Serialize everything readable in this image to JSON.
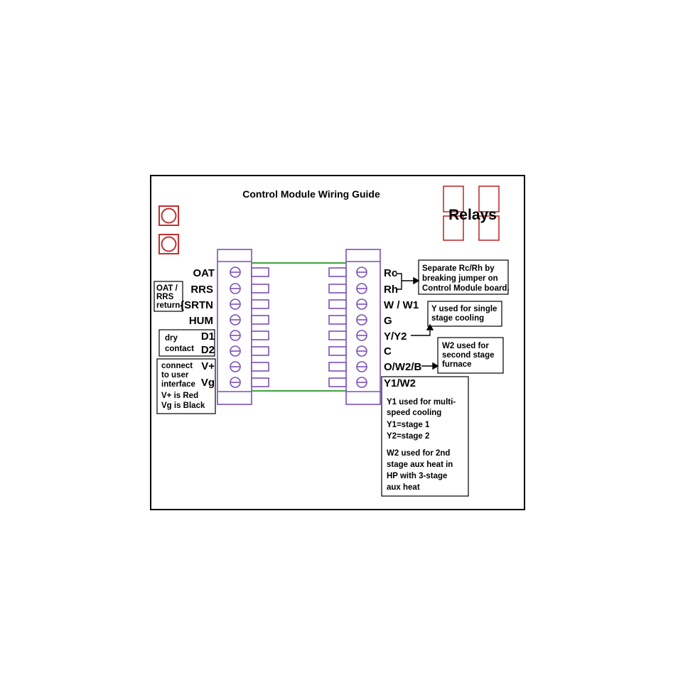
{
  "title": "Control Module Wiring Guide",
  "relays_label": "Relays",
  "left_terminals": [
    "OAT",
    "RRS",
    "{SRTN",
    "HUM",
    "D1",
    "D2",
    "V+",
    "Vg"
  ],
  "right_terminals": [
    "Rc",
    "Rh",
    "W / W1",
    "G",
    "Y/Y2",
    "C",
    "O/W2/B",
    "Y1/W2"
  ],
  "notes": {
    "oat_rrs": [
      "OAT /",
      "RRS",
      "return"
    ],
    "dry_contact": [
      "dry",
      "contact"
    ],
    "user_interface": [
      "connect",
      "to user",
      "interface",
      "V+ is Red",
      "Vg is Black"
    ],
    "rc_rh": [
      "Separate Rc/Rh by",
      "breaking jumper on",
      "Control Module board."
    ],
    "y_single": [
      "Y used for single",
      "stage cooling"
    ],
    "w2_second": [
      "W2 used for",
      "second  stage",
      "furnace"
    ],
    "y1w2": [
      "Y1 used for multi-",
      "speed cooling",
      "Y1=stage 1",
      "Y2=stage 2",
      "W2 used for 2nd",
      "stage aux heat in",
      "HP with 3-stage",
      "aux heat"
    ]
  },
  "colors": {
    "terminal_block": "#7b4fb8",
    "wire_green": "#3fa33f",
    "indicator_red": "#c03030",
    "frame": "#000000"
  }
}
